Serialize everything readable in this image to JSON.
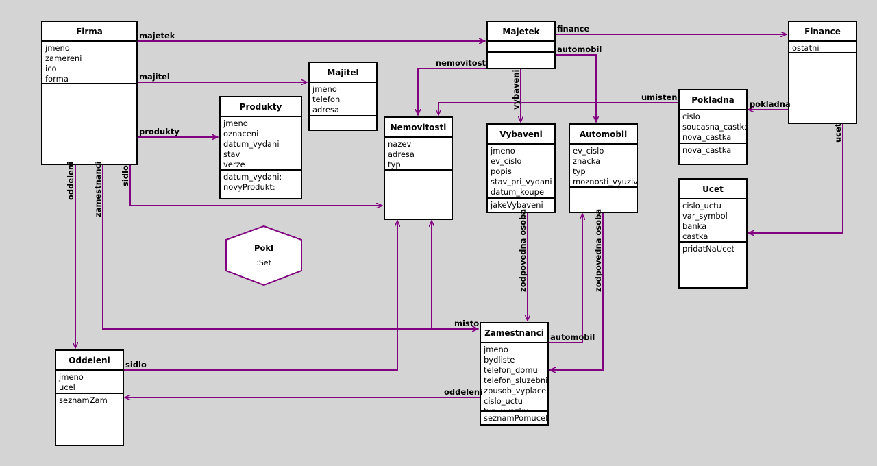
{
  "classes": {
    "firma": {
      "name": "Firma",
      "attrs": [
        "jmeno",
        "zamereni",
        "ico",
        "forma"
      ],
      "ops": []
    },
    "majetek": {
      "name": "Majetek",
      "attrs": [],
      "ops": []
    },
    "finance": {
      "name": "Finance",
      "attrs": [
        "ostatni"
      ],
      "ops": []
    },
    "majitel": {
      "name": "Majitel",
      "attrs": [
        "jmeno",
        "telefon",
        "adresa"
      ],
      "ops": []
    },
    "produkty": {
      "name": "Produkty",
      "attrs": [
        "jmeno",
        "oznaceni",
        "datum_vydani",
        "stav",
        "verze"
      ],
      "ops": [
        "datum_vydani:",
        "novyProdukt:"
      ]
    },
    "nemovitosti": {
      "name": "Nemovitosti",
      "attrs": [
        "nazev",
        "adresa",
        "typ"
      ],
      "ops": []
    },
    "vybaveni": {
      "name": "Vybaveni",
      "attrs": [
        "jmeno",
        "ev_cislo",
        "popis",
        "stav_pri_vydani",
        "datum_koupe"
      ],
      "ops": [
        "jakeVybaveni"
      ]
    },
    "automobil": {
      "name": "Automobil",
      "attrs": [
        "ev_cislo",
        "znacka",
        "typ",
        "moznosti_vyuziva"
      ],
      "ops": []
    },
    "pokladna": {
      "name": "Pokladna",
      "attrs": [
        "cislo",
        "soucasna_castka",
        "nova_castka"
      ],
      "ops": [
        "nova_castka"
      ]
    },
    "ucet": {
      "name": "Ucet",
      "attrs": [
        "cislo_uctu",
        "var_symbol",
        "banka",
        "castka"
      ],
      "ops": [
        "pridatNaUcet"
      ]
    },
    "oddeleni": {
      "name": "Oddeleni",
      "attrs": [
        "jmeno",
        "ucel"
      ],
      "ops": [
        "seznamZam"
      ]
    },
    "zamestnanci": {
      "name": "Zamestnanci",
      "attrs": [
        "jmeno",
        "bydliste",
        "telefon_domu",
        "telefon_sluzebni",
        "zpusob_vyplacen",
        "cislo_uctu",
        "typ_uvazku"
      ],
      "ops": [
        "seznamPomucek"
      ]
    }
  },
  "hexagon": {
    "name": "Pokl",
    "type": ":Set"
  },
  "labels": {
    "majetek": "majetek",
    "majitel": "majitel",
    "produkty": "produkty",
    "finance": "finance",
    "automobil_top": "automobil",
    "nemovitosti": "nemovitosti",
    "vybaveni": "vybaveni",
    "umisteni": "umisteni",
    "pokladna": "pokladna",
    "ucet": "ucet",
    "oddeleni_v": "oddeleni",
    "zamestnanci_v": "zamestnanci",
    "sidlo_v": "sidlo",
    "misto": "misto",
    "sidlo_h": "sidlo",
    "zodpovedna_osoba_1": "zodpovedna osoba",
    "zodpovedna_osoba_2": "zodpovedna osoba",
    "automobil_bottom": "automobil",
    "oddeleni_h": "oddeleni"
  },
  "colors": {
    "line": "#800080",
    "background": "#d4d4d4"
  }
}
